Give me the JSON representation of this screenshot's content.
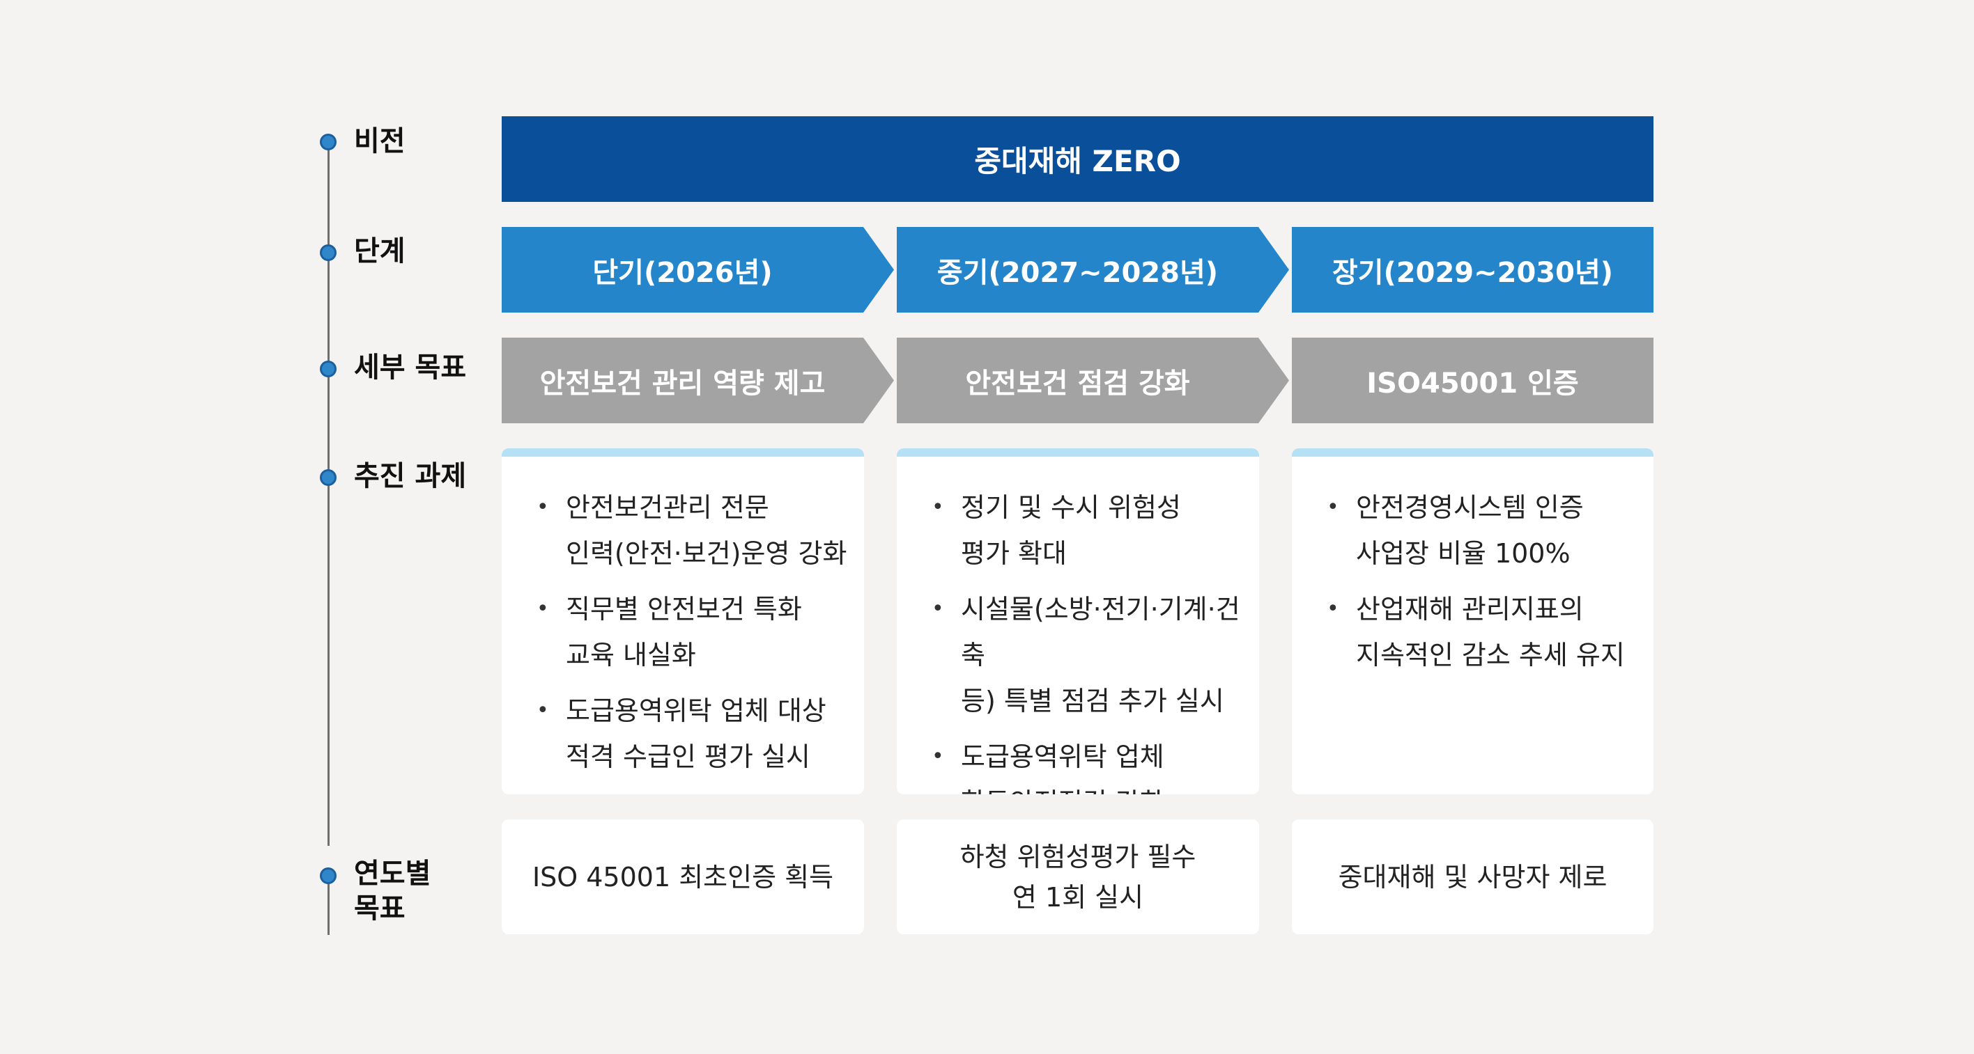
{
  "labels": {
    "vision": "비전",
    "stage": "단계",
    "detail_goal": "세부 목표",
    "tasks": "추진 과제",
    "yearly_goal_line1": "연도별",
    "yearly_goal_line2": "목표"
  },
  "vision": "중대재해 ZERO",
  "stages": [
    "단기(2026년)",
    "중기(2027~2028년)",
    "장기(2029~2030년)"
  ],
  "detail_goals": [
    "안전보건 관리 역량 제고",
    "안전보건 점검 강화",
    "ISO45001 인증"
  ],
  "tasks": [
    [
      [
        "안전보건관리 전문",
        "인력(안전·보건)운영 강화"
      ],
      [
        "직무별 안전보건 특화",
        "교육 내실화"
      ],
      [
        "도급용역위탁 업체 대상",
        "적격 수급인 평가 실시"
      ]
    ],
    [
      [
        "정기 및 수시 위험성",
        "평가 확대"
      ],
      [
        "시설물(소방·전기·기계·건축",
        "등) 특별 점검 추가 실시"
      ],
      [
        "도급용역위탁 업체",
        "합동안전점검 강화"
      ]
    ],
    [
      [
        "안전경영시스템 인증",
        "사업장 비율 100%"
      ],
      [
        "산업재해 관리지표의",
        "지속적인 감소 추세 유지"
      ]
    ]
  ],
  "bullet": "•",
  "yearly_goals": [
    [
      "ISO 45001 최초인증 획득"
    ],
    [
      "하청 위험성평가 필수",
      "연 1회 실시"
    ],
    [
      "중대재해 및 사망자 제로"
    ]
  ],
  "colors": {
    "vision_bg": "#0a4f9a",
    "stage_bg": "#2585cb",
    "goal_bg": "#a3a3a3",
    "card_accent": "#b6e0f4",
    "dot": "#2f86c9"
  }
}
